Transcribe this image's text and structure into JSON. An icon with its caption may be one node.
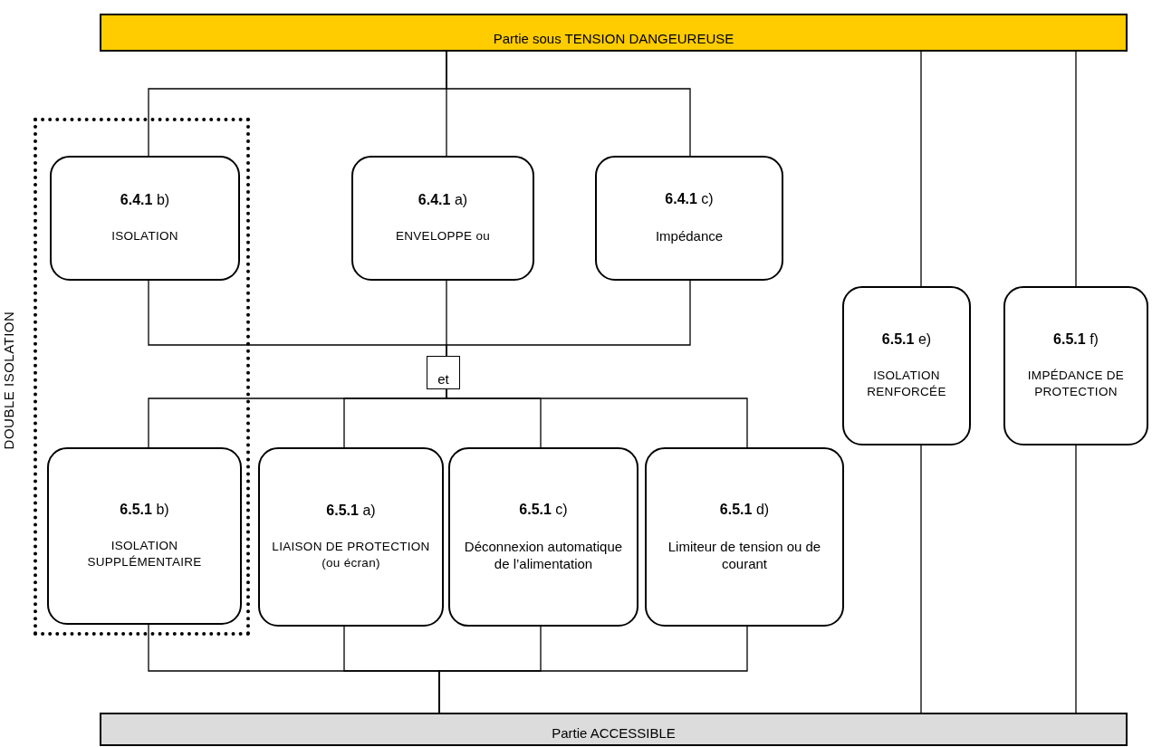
{
  "diagram": {
    "nodes": [
      {
        "text": [
          "Partie sous TENSION DANGEUREUSE"
        ]
      },
      {
        "text": [
          "DOUBLE ISOLATION"
        ]
      },
      {
        "text": [
          "**6.4.1** b)",
          "ISOLATION"
        ],
        "in": 1
      },
      {
        "text": [
          "**6.4.1** a)",
          "ENVELOPPE ou"
        ]
      },
      {
        "text": [
          "**6.4.1** c)",
          "Impédance"
        ]
      },
      {
        "text": [
          "**6.5.1** e)",
          "ISOLATION RENFORCÉE"
        ]
      },
      {
        "text": [
          "**6.5.1** f)",
          "IMPÉDANCE DE PROTECTION"
        ]
      },
      {
        "text": [
          "et"
        ]
      },
      {
        "text": [
          "**6.5.1** b)",
          "ISOLATION SUPPLÉMENTAIRE"
        ],
        "in": 1
      },
      {
        "text": [
          "**6.5.1** a)",
          "LIAISON DE PROTECTION (ou écran)"
        ]
      },
      {
        "text": [
          "**6.5.1** c)",
          "Déconnexion automatique de l’alimentation"
        ]
      },
      {
        "text": [
          "**6.5.1** d)",
          "Limiteur de tension ou de courant"
        ]
      },
      {
        "text": [
          "Partie ACCESSIBLE"
        ]
      }
    ],
    "edges": [
      {
        "from": 0,
        "to": 2,
        "arrow": "none"
      },
      {
        "from": 0,
        "to": 3,
        "arrow": "none"
      },
      {
        "from": 0,
        "to": 4,
        "arrow": "none"
      },
      {
        "from": 0,
        "to": 5,
        "arrow": "none"
      },
      {
        "from": 0,
        "to": 6,
        "arrow": "none"
      },
      {
        "from": 2,
        "to": 7,
        "arrow": "none"
      },
      {
        "from": 3,
        "to": 7,
        "arrow": "none"
      },
      {
        "from": 4,
        "to": 7,
        "arrow": "none"
      },
      {
        "from": 7,
        "to": 8,
        "arrow": "none"
      },
      {
        "from": 7,
        "to": 9,
        "arrow": "none"
      },
      {
        "from": 7,
        "to": 10,
        "arrow": "none"
      },
      {
        "from": 7,
        "to": 11,
        "arrow": "none"
      },
      {
        "from": 8,
        "to": 12,
        "arrow": "none"
      },
      {
        "from": 9,
        "to": 12,
        "arrow": "none"
      },
      {
        "from": 10,
        "to": 12,
        "arrow": "none"
      },
      {
        "from": 11,
        "to": 12,
        "arrow": "none"
      },
      {
        "from": 5,
        "to": 12,
        "arrow": "none"
      },
      {
        "from": 6,
        "to": 12,
        "arrow": "none"
      }
    ]
  }
}
